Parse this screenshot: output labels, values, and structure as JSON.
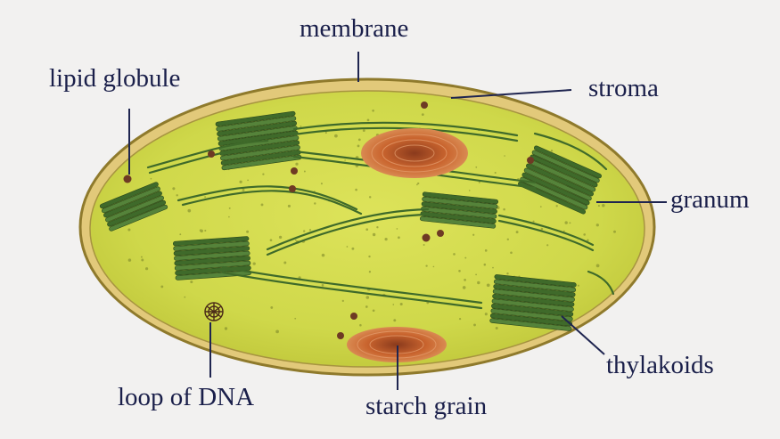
{
  "title": "",
  "labels": {
    "membrane": "membrane",
    "lipid_globule": "lipid globule",
    "stroma": "stroma",
    "granum": "granum",
    "thylakoids": "thylakoids",
    "loop_of_dna": "loop of DNA",
    "starch_grain": "starch grain"
  },
  "colors": {
    "background": "#f2f1f0",
    "stroma_fill": "#cfd84a",
    "membrane_outline": "#8f7a2c",
    "thylakoid": "#3f6a2a",
    "starch": "#c9642e",
    "lipid": "#6e3a24",
    "label_text": "#1a1f4a",
    "leader_line": "#1f2550"
  }
}
